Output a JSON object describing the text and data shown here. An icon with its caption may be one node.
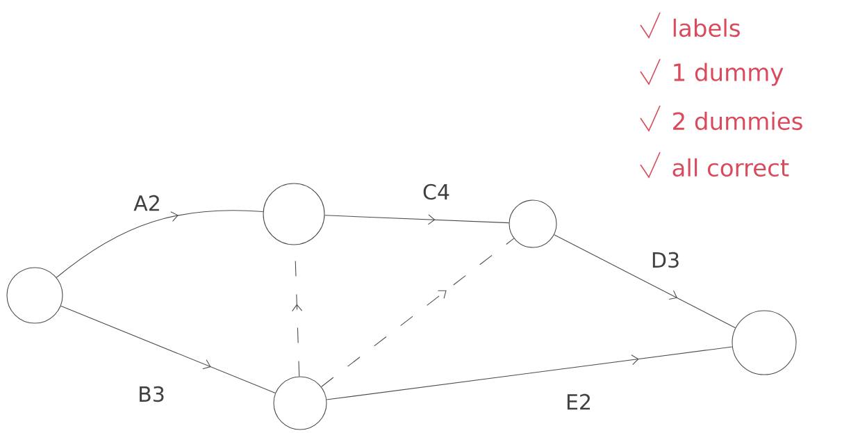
{
  "diagram": {
    "nodes": [
      {
        "text": [],
        "shape": "circle"
      },
      {
        "text": [],
        "shape": "circle"
      },
      {
        "text": [],
        "shape": "circle"
      },
      {
        "text": [],
        "shape": "circle"
      },
      {
        "text": [],
        "shape": "circle"
      }
    ],
    "edges": [
      {
        "from": 0,
        "to": 1,
        "arrow": "to",
        "label": "A2"
      },
      {
        "from": 0,
        "to": 2,
        "arrow": "to",
        "label": "B3"
      },
      {
        "from": 1,
        "to": 3,
        "arrow": "to",
        "label": "C4"
      },
      {
        "from": 3,
        "to": 4,
        "arrow": "to",
        "label": "D3"
      },
      {
        "from": 2,
        "to": 4,
        "arrow": "to",
        "label": "E2"
      },
      {
        "from": 2,
        "to": 1,
        "arrow": "to",
        "style": "dashed"
      },
      {
        "from": 2,
        "to": 3,
        "arrow": "to",
        "style": "dashed"
      }
    ],
    "labels": [
      "labels",
      "1 dummy",
      "2 dummies",
      "all correct"
    ]
  }
}
